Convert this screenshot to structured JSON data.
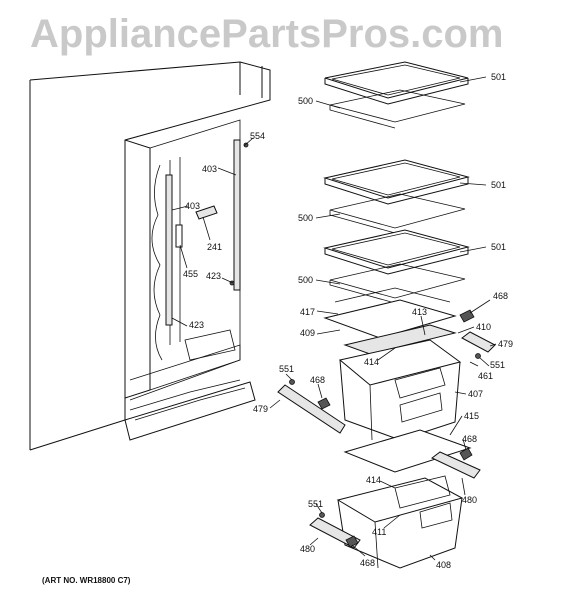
{
  "watermark": "AppliancePartsPros.com",
  "art_number": "(ART NO. WR18800 C7)",
  "callouts": {
    "c501a": "501",
    "c500a": "500",
    "c501b": "501",
    "c500b": "500",
    "c501c": "501",
    "c500c": "500",
    "c554": "554",
    "c403a": "403",
    "c403b": "403",
    "c241": "241",
    "c455": "455",
    "c423a": "423",
    "c423b": "423",
    "c468a": "468",
    "c417": "417",
    "c413": "413",
    "c410": "410",
    "c409": "409",
    "c479a": "479",
    "c414a": "414",
    "c551a": "551",
    "c461": "461",
    "c551b": "551",
    "c468b": "468",
    "c407": "407",
    "c479b": "479",
    "c415": "415",
    "c468c": "468",
    "c414b": "414",
    "c480a": "480",
    "c411": "411",
    "c551c": "551",
    "c480b": "480",
    "c468d": "468",
    "c408": "408"
  }
}
